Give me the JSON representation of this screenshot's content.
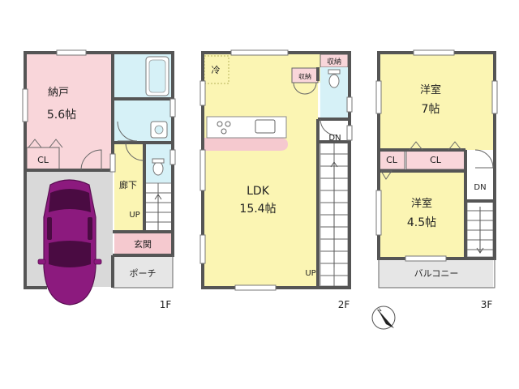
{
  "floors": {
    "f1": {
      "label": "1F",
      "rooms": {
        "storage": {
          "name": "納戸",
          "size": "5.6帖"
        },
        "closet": "CL",
        "hallway": "廊下",
        "up": "UP",
        "entrance": "玄関",
        "porch": "ポーチ"
      }
    },
    "f2": {
      "label": "2F",
      "rooms": {
        "fridge": "冷",
        "storage_a": "収納",
        "storage_b": "収納",
        "ldk": {
          "name": "LDK",
          "size": "15.4帖"
        },
        "dn": "DN",
        "up": "UP"
      }
    },
    "f3": {
      "label": "3F",
      "rooms": {
        "western1": {
          "name": "洋室",
          "size": "7帖"
        },
        "closet1": "CL",
        "closet2": "CL",
        "western2": {
          "name": "洋室",
          "size": "4.5帖"
        },
        "dn": "DN",
        "balcony": "バルコニー"
      }
    }
  },
  "compass": {
    "north_label": "N"
  },
  "colors": {
    "storage_room": "#f9d6da",
    "ldk_rooms": "#fbf5b3",
    "wet_areas": "#d6f1f7",
    "entrance": "#f5c9cf",
    "car_body": "#8c1a7e",
    "car_glass": "#4a0b42",
    "walls": "#555555",
    "parking": "#d9d9d9"
  }
}
